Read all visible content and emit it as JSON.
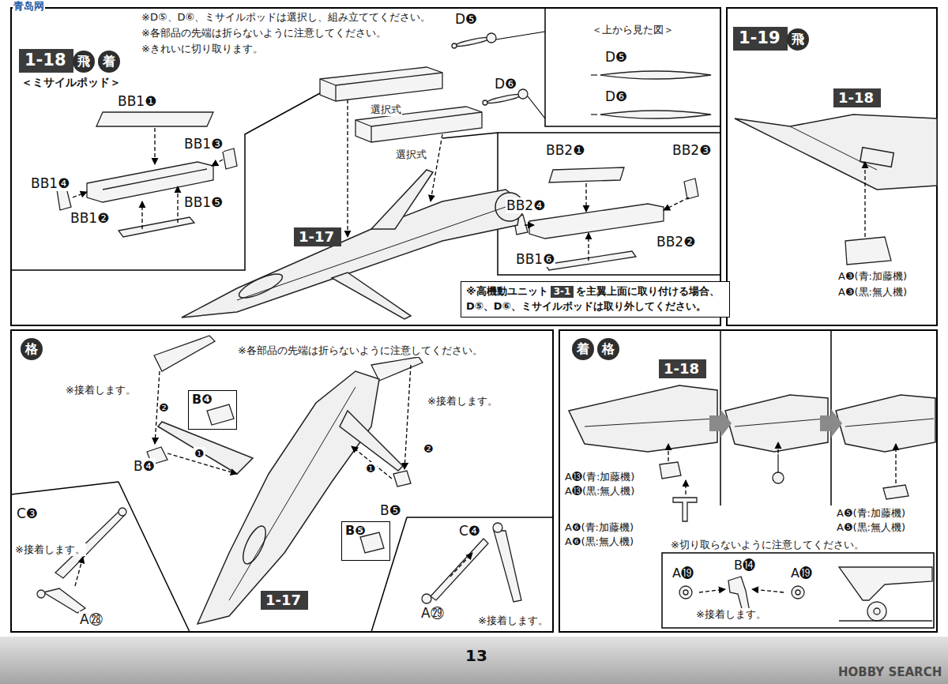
{
  "diagram": {
    "nodes": [
      {
        "text": [
          "1-18"
        ]
      },
      {
        "text": [
          "飛"
        ]
      },
      {
        "text": [
          "着"
        ]
      },
      {
        "text": [
          "1-17"
        ]
      },
      {
        "text": [
          "※高機動ユニット",
          "を主翼上面に取り付ける場合、",
          "D⑤、D⑥、ミサイルポッドは取り外してください。"
        ]
      },
      {
        "text": [
          "3-1"
        ],
        "in": 4
      },
      {
        "text": [
          "1-19"
        ]
      },
      {
        "text": [
          "飛"
        ]
      },
      {
        "text": [
          "1-18"
        ]
      },
      {
        "text": [
          "格"
        ]
      },
      {
        "text": [
          "B❹"
        ]
      },
      {
        "text": [
          "1-17"
        ]
      },
      {
        "text": [
          "B❺"
        ]
      },
      {
        "text": [
          "着"
        ]
      },
      {
        "text": [
          "格"
        ]
      },
      {
        "text": [
          "1-18"
        ]
      }
    ],
    "labels": [
      "※D⑤、D⑥、ミサイルポッドは選択し、組み立ててください。",
      "※各部品の先端は折らないように注意してください。",
      "※きれいに切り取ります。",
      "＜ミサイルポッド＞",
      "BB1❶",
      "BB1❸",
      "BB1❹",
      "BB1❷",
      "BB1❺",
      "D❺",
      "D❻",
      "選択式",
      "選択式",
      "＜上から見た図＞",
      "D❺",
      "D❻",
      "BB2❶",
      "BB2❸",
      "BB2❹",
      "BB2❷",
      "BB1❻",
      "A❸(青:加藤機)",
      "A❸(黒:無人機)",
      "※各部品の先端は折らないように注意してください。",
      "※接着します。",
      "❷",
      "B❹",
      "❶",
      "C❸",
      "※接着します。",
      "A㉘",
      "※接着します。",
      "❶",
      "❷",
      "B❺",
      "C❹",
      "A㉙",
      "※接着します。",
      "A⓭(青:加藤機)",
      "A⓭(黒:無人機)",
      "A❻(青:加藤機)",
      "A❻(黒:無人機)",
      "A❺(青:加藤機)",
      "A❺(黒:無人機)",
      "※切り取らないように注意してください。",
      "B⓮",
      "A⓳",
      "A⓳",
      "※接着します。",
      "13",
      "HOBBY SEARCH",
      "青岛网"
    ]
  }
}
